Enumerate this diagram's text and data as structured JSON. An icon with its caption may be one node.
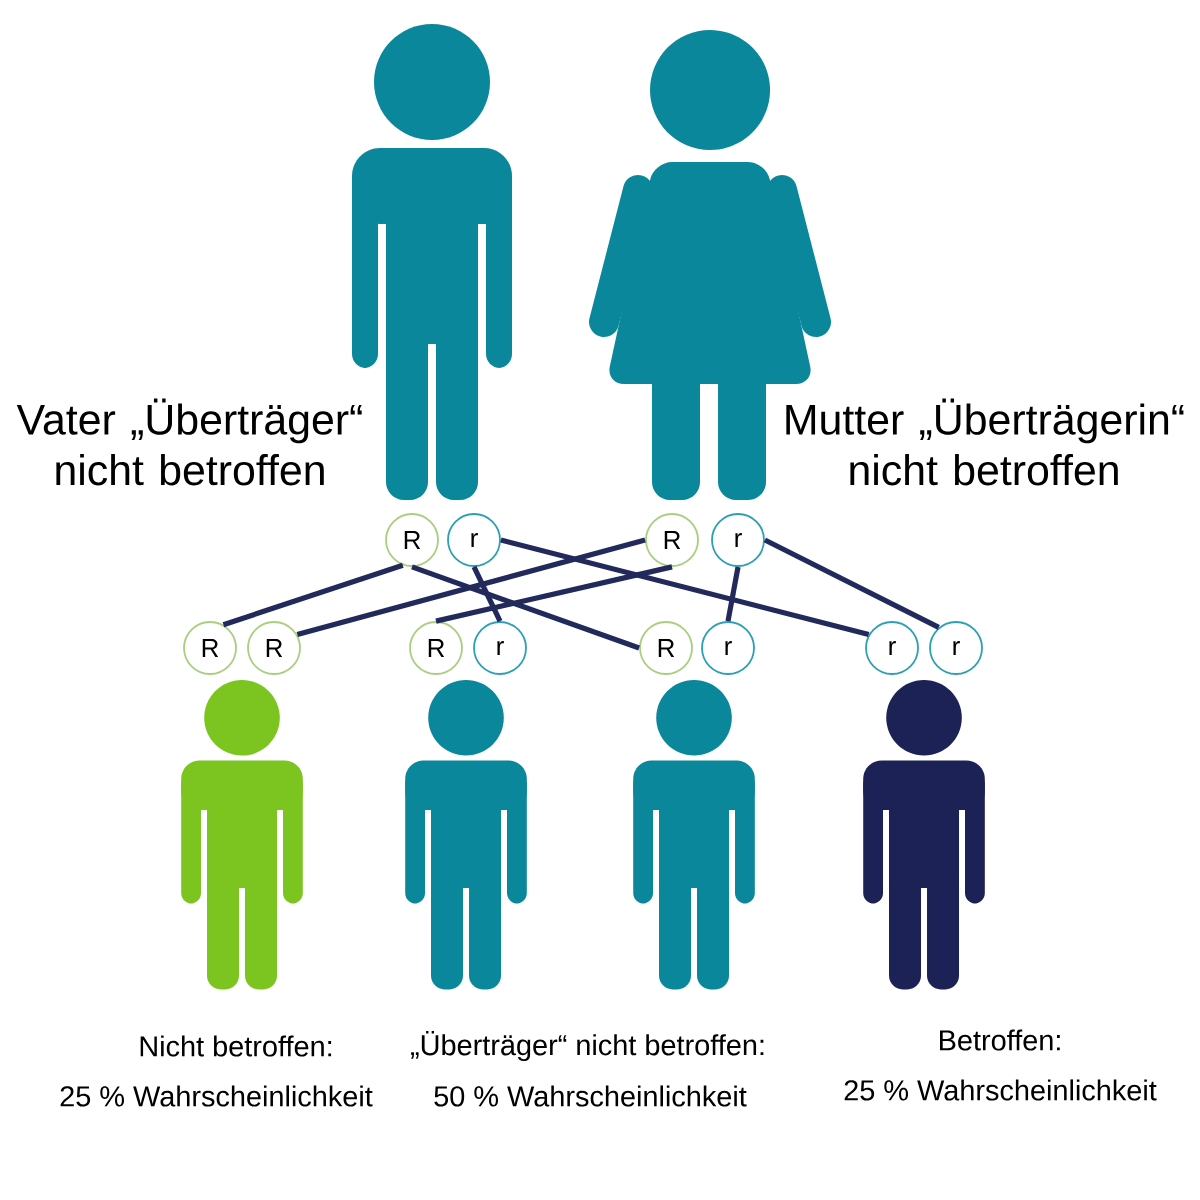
{
  "diagram": {
    "nodes": [
      {
        "text": [],
        "shape": "person",
        "beside": [
          "Vater „Überträger“ nicht betroffen"
        ]
      },
      {
        "text": [],
        "shape": "person",
        "beside": [
          "Mutter „Überträgerin“ nicht betroffen"
        ]
      },
      {
        "text": [
          "R"
        ]
      },
      {
        "text": [
          "r"
        ]
      },
      {
        "text": [
          "R"
        ]
      },
      {
        "text": [
          "r"
        ]
      },
      {
        "text": [
          "R"
        ]
      },
      {
        "text": [
          "R"
        ]
      },
      {
        "text": [
          "R"
        ]
      },
      {
        "text": [
          "r"
        ]
      },
      {
        "text": [
          "R"
        ]
      },
      {
        "text": [
          "r"
        ]
      },
      {
        "text": [
          "r"
        ]
      },
      {
        "text": [
          "r"
        ]
      },
      {
        "text": [],
        "shape": "person",
        "beside": [
          "Nicht betroffen:",
          "25 % Wahrscheinlichkeit"
        ]
      },
      {
        "text": [],
        "shape": "person"
      },
      {
        "text": [],
        "shape": "person"
      },
      {
        "text": [],
        "shape": "person",
        "beside": [
          "Betroffen:",
          "25 % Wahrscheinlichkeit"
        ]
      }
    ],
    "edges": [
      {
        "from": 2,
        "to": 6,
        "arrow": "none"
      },
      {
        "from": 4,
        "to": 7,
        "arrow": "none"
      },
      {
        "from": 2,
        "to": 10,
        "arrow": "none"
      },
      {
        "from": 3,
        "to": 9,
        "arrow": "none"
      },
      {
        "from": 4,
        "to": 8,
        "arrow": "none"
      },
      {
        "from": 3,
        "to": 12,
        "arrow": "none"
      },
      {
        "from": 5,
        "to": 11,
        "arrow": "none"
      },
      {
        "from": 5,
        "to": 13,
        "arrow": "none"
      }
    ],
    "labels": [
      "„Überträger“ nicht betroffen:",
      "50 % Wahrscheinlichkeit"
    ]
  }
}
